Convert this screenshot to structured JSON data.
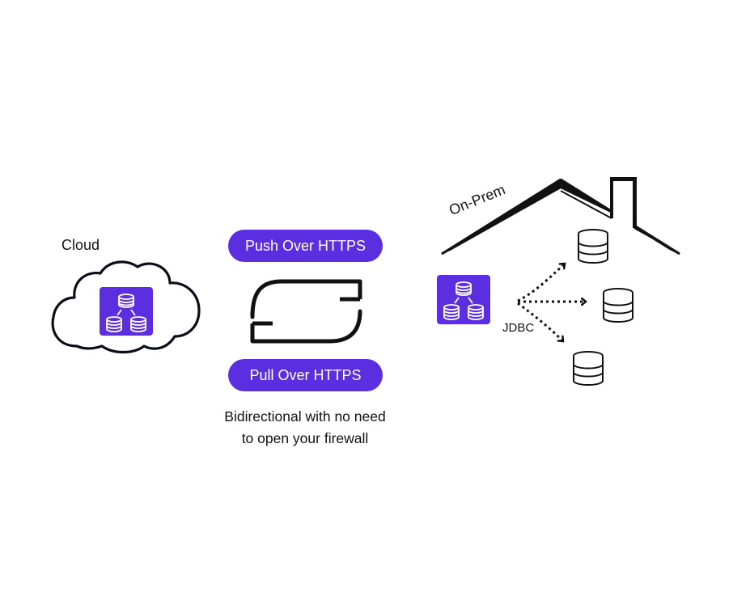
{
  "cloud": {
    "label": "Cloud",
    "icon": "sync-server-icon"
  },
  "sync": {
    "push_label": "Push Over HTTPS",
    "pull_label": "Pull Over HTTPS",
    "caption_line1": "Bidirectional with no need",
    "caption_line2": "to open your firewall",
    "icon": "refresh-cycle-icon"
  },
  "onprem": {
    "label": "On-Prem",
    "connector_label": "JDBC",
    "icon": "sync-server-icon",
    "database_icon": "database-icon"
  },
  "colors": {
    "accent": "#5b2ee0",
    "outline": "#0d0d1a",
    "text": "#111111",
    "background": "#ffffff"
  }
}
